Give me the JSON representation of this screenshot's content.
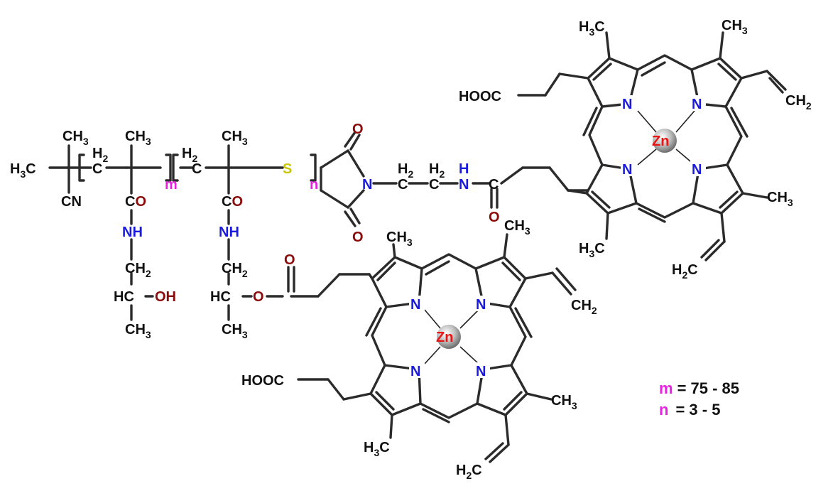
{
  "labels": {
    "ch3": "CH",
    "h3c": "H",
    "h2": "H",
    "ch2": "CH",
    "h2c": "H",
    "c": "C",
    "cn": "CN",
    "co": "C",
    "o": "O",
    "nh": "NH",
    "n_h": "H",
    "n": "N",
    "hc": "HC",
    "oh": "OH",
    "s": "S",
    "m": "m",
    "n_idx": "n",
    "hooc": "HOOC",
    "zn": "Zn",
    "sub3": "3",
    "sub2": "2"
  },
  "legend": {
    "m_symbol": "m",
    "m_range": "= 75 - 85",
    "n_symbol": "n",
    "n_range": "= 3 - 5"
  },
  "colors": {
    "nitrogen": "#1a1adf",
    "oxygen": "#8b0a0a",
    "sulfur": "#c9c600",
    "zinc": "#e81515",
    "index": "#e622e0",
    "bond": "#2b2b2b"
  }
}
